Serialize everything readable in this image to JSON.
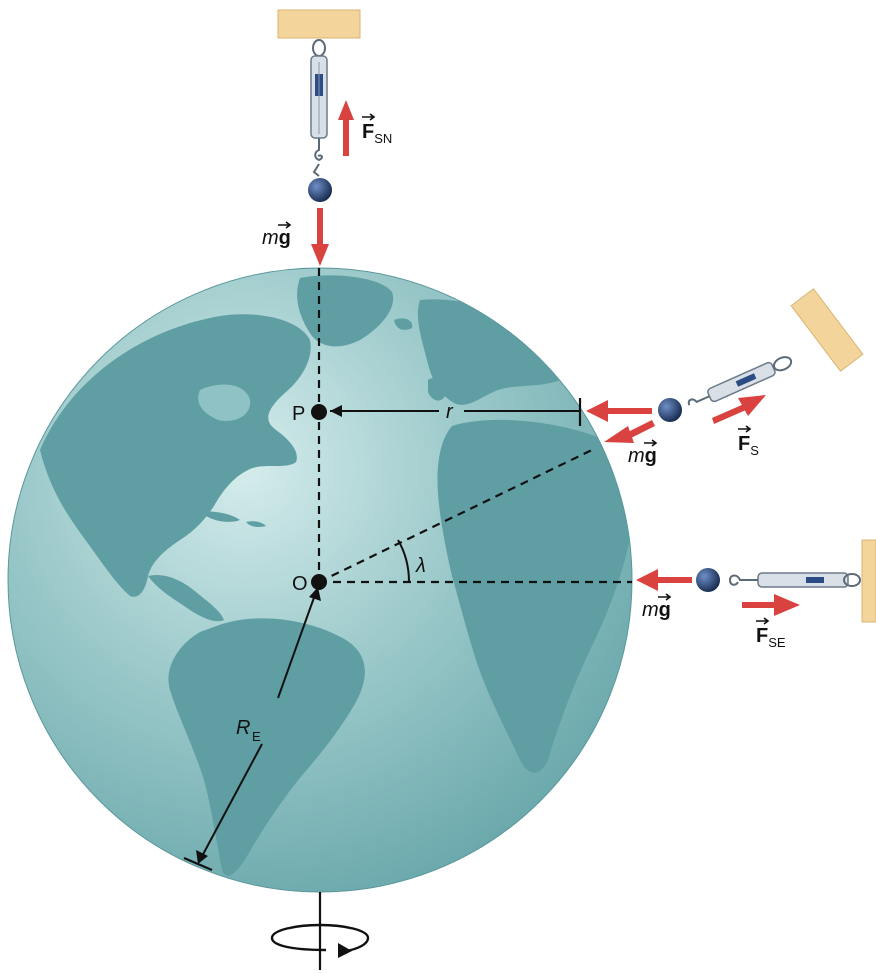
{
  "labels": {
    "P": "P",
    "O": "O",
    "r": "r",
    "lambda": "λ",
    "RE": "R",
    "RE_sub": "E",
    "mg_m": "m",
    "mg_g": "g",
    "F": "F",
    "SN": "SN",
    "S": "S",
    "SE": "SE"
  },
  "colors": {
    "ocean": "#7fb9bd",
    "land": "#5c9ea2",
    "force_arrow": "#d9423f",
    "mount": "#f3d49a",
    "weight": "#1f3d6b"
  }
}
